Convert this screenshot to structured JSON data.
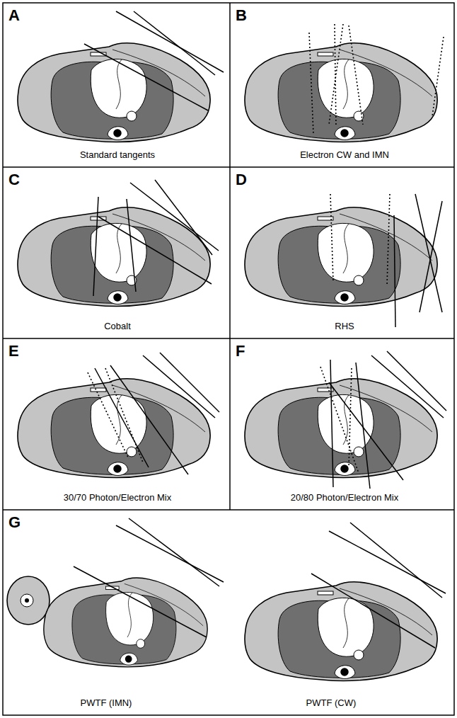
{
  "diagram": {
    "labels": [
      "A",
      "Standard tangents",
      "B",
      "Electron CW and IMN",
      "C",
      "Cobalt",
      "D",
      "RHS",
      "E",
      "30/70 Photon/Electron Mix",
      "F",
      "20/80 Photon/Electron Mix",
      "G",
      "PWTF (IMN)",
      "PWTF (CW)"
    ]
  }
}
